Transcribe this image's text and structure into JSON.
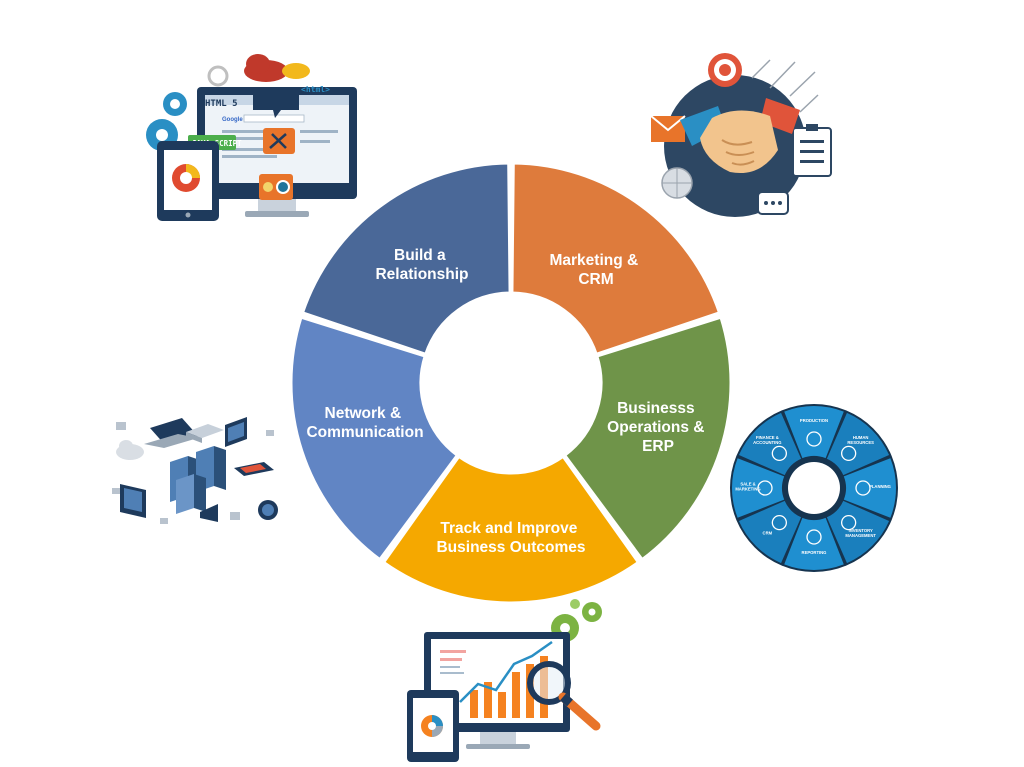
{
  "cycle": {
    "segments": [
      {
        "id": "build",
        "lines": [
          "Build a",
          "Relationship"
        ],
        "color": "#4a6898"
      },
      {
        "id": "marketing",
        "lines": [
          "Marketing &",
          "CRM"
        ],
        "color": "#de7b3c"
      },
      {
        "id": "operations",
        "lines": [
          "Businesss",
          "Operations &",
          "ERP"
        ],
        "color": "#6f9449"
      },
      {
        "id": "track",
        "lines": [
          "Track and Improve",
          "Business Outcomes"
        ],
        "color": "#f5a800"
      },
      {
        "id": "network",
        "lines": [
          "Network &",
          "Communication"
        ],
        "color": "#6185c4"
      }
    ]
  },
  "web_illustration": {
    "html_tag": "HTML 5",
    "js_tag": "JAVA SCRIPT",
    "code_tag": "<html>",
    "search_brand": "Google"
  },
  "erp_wheel": {
    "modules": [
      "PRODUCTION",
      "HUMAN RESOURCES",
      "PLANNING",
      "INVENTORY MANAGEMENT",
      "REPORTING",
      "CRM",
      "SALE & MARKETING",
      "FINANCE & ACCOUNTING"
    ]
  },
  "colors": {
    "erp_blue": "#1f8fd0",
    "erp_dark": "#16344f",
    "handshake_bg": "#2d4763",
    "report_orange": "#f58220"
  }
}
